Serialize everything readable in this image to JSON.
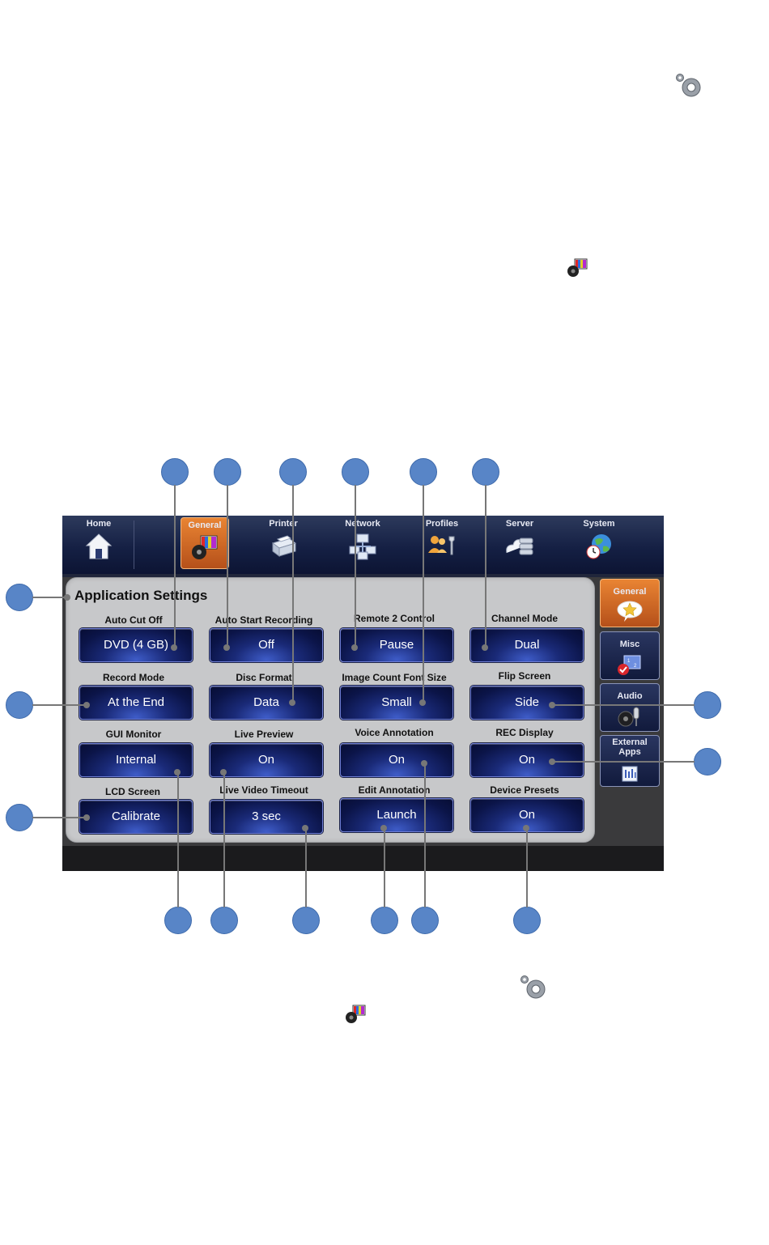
{
  "nav": {
    "tabs": [
      {
        "label": "Home",
        "icon": "home-icon"
      },
      {
        "label": "General",
        "icon": "general-icon",
        "active": true
      },
      {
        "label": "Printer",
        "icon": "printer-icon"
      },
      {
        "label": "Network",
        "icon": "network-icon"
      },
      {
        "label": "Profiles",
        "icon": "profiles-icon"
      },
      {
        "label": "Server",
        "icon": "server-icon"
      },
      {
        "label": "System",
        "icon": "system-icon"
      }
    ]
  },
  "panel": {
    "title": "Application Settings",
    "settings": [
      {
        "label": "Auto Cut Off",
        "value": "DVD (4 GB)"
      },
      {
        "label": "Auto Start Recording",
        "value": "Off"
      },
      {
        "label": "Remote 2 Control",
        "value": "Pause"
      },
      {
        "label": "Channel Mode",
        "value": "Dual"
      },
      {
        "label": "Record Mode",
        "value": "At the End"
      },
      {
        "label": "Disc Format",
        "value": "Data"
      },
      {
        "label": "Image Count Font Size",
        "value": "Small"
      },
      {
        "label": "Flip Screen",
        "value": "Side"
      },
      {
        "label": "GUI Monitor",
        "value": "Internal"
      },
      {
        "label": "Live Preview",
        "value": "On"
      },
      {
        "label": "Voice Annotation",
        "value": "On"
      },
      {
        "label": "REC Display",
        "value": "On"
      },
      {
        "label": "LCD Screen",
        "value": "Calibrate"
      },
      {
        "label": "Live Video Timeout",
        "value": "3 sec"
      },
      {
        "label": "Edit Annotation",
        "value": "Launch"
      },
      {
        "label": "Device Presets",
        "value": "On"
      }
    ]
  },
  "subtabs": [
    {
      "label": "General",
      "icon": "star-bubble-icon",
      "active": true
    },
    {
      "label": "Misc",
      "icon": "misc-icon"
    },
    {
      "label": "Audio",
      "icon": "audio-icon"
    },
    {
      "label": "External Apps",
      "icon": "external-apps-icon"
    }
  ],
  "colors": {
    "accent_orange": "#d9692a",
    "button_blue": "#1a2a78",
    "callout_blue": "#5885c7",
    "panel_gray": "#c7c8ca"
  }
}
